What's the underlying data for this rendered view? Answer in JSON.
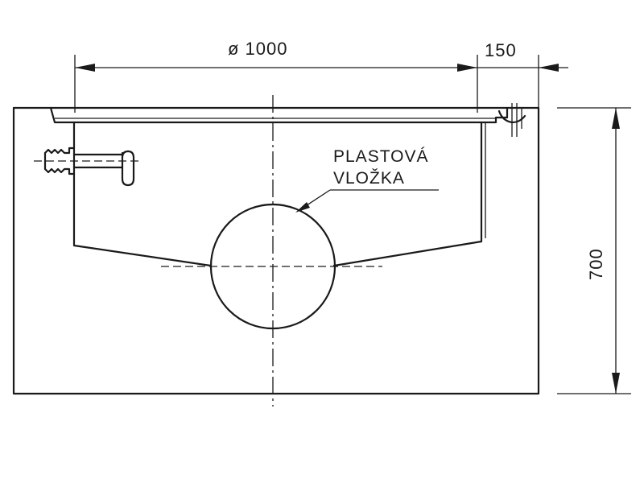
{
  "dimensions": {
    "diameter": "ø 1000",
    "offset": "150",
    "height": "700"
  },
  "callout": {
    "line1": "PLASTOVÁ",
    "line2": "VLOŽKA"
  }
}
